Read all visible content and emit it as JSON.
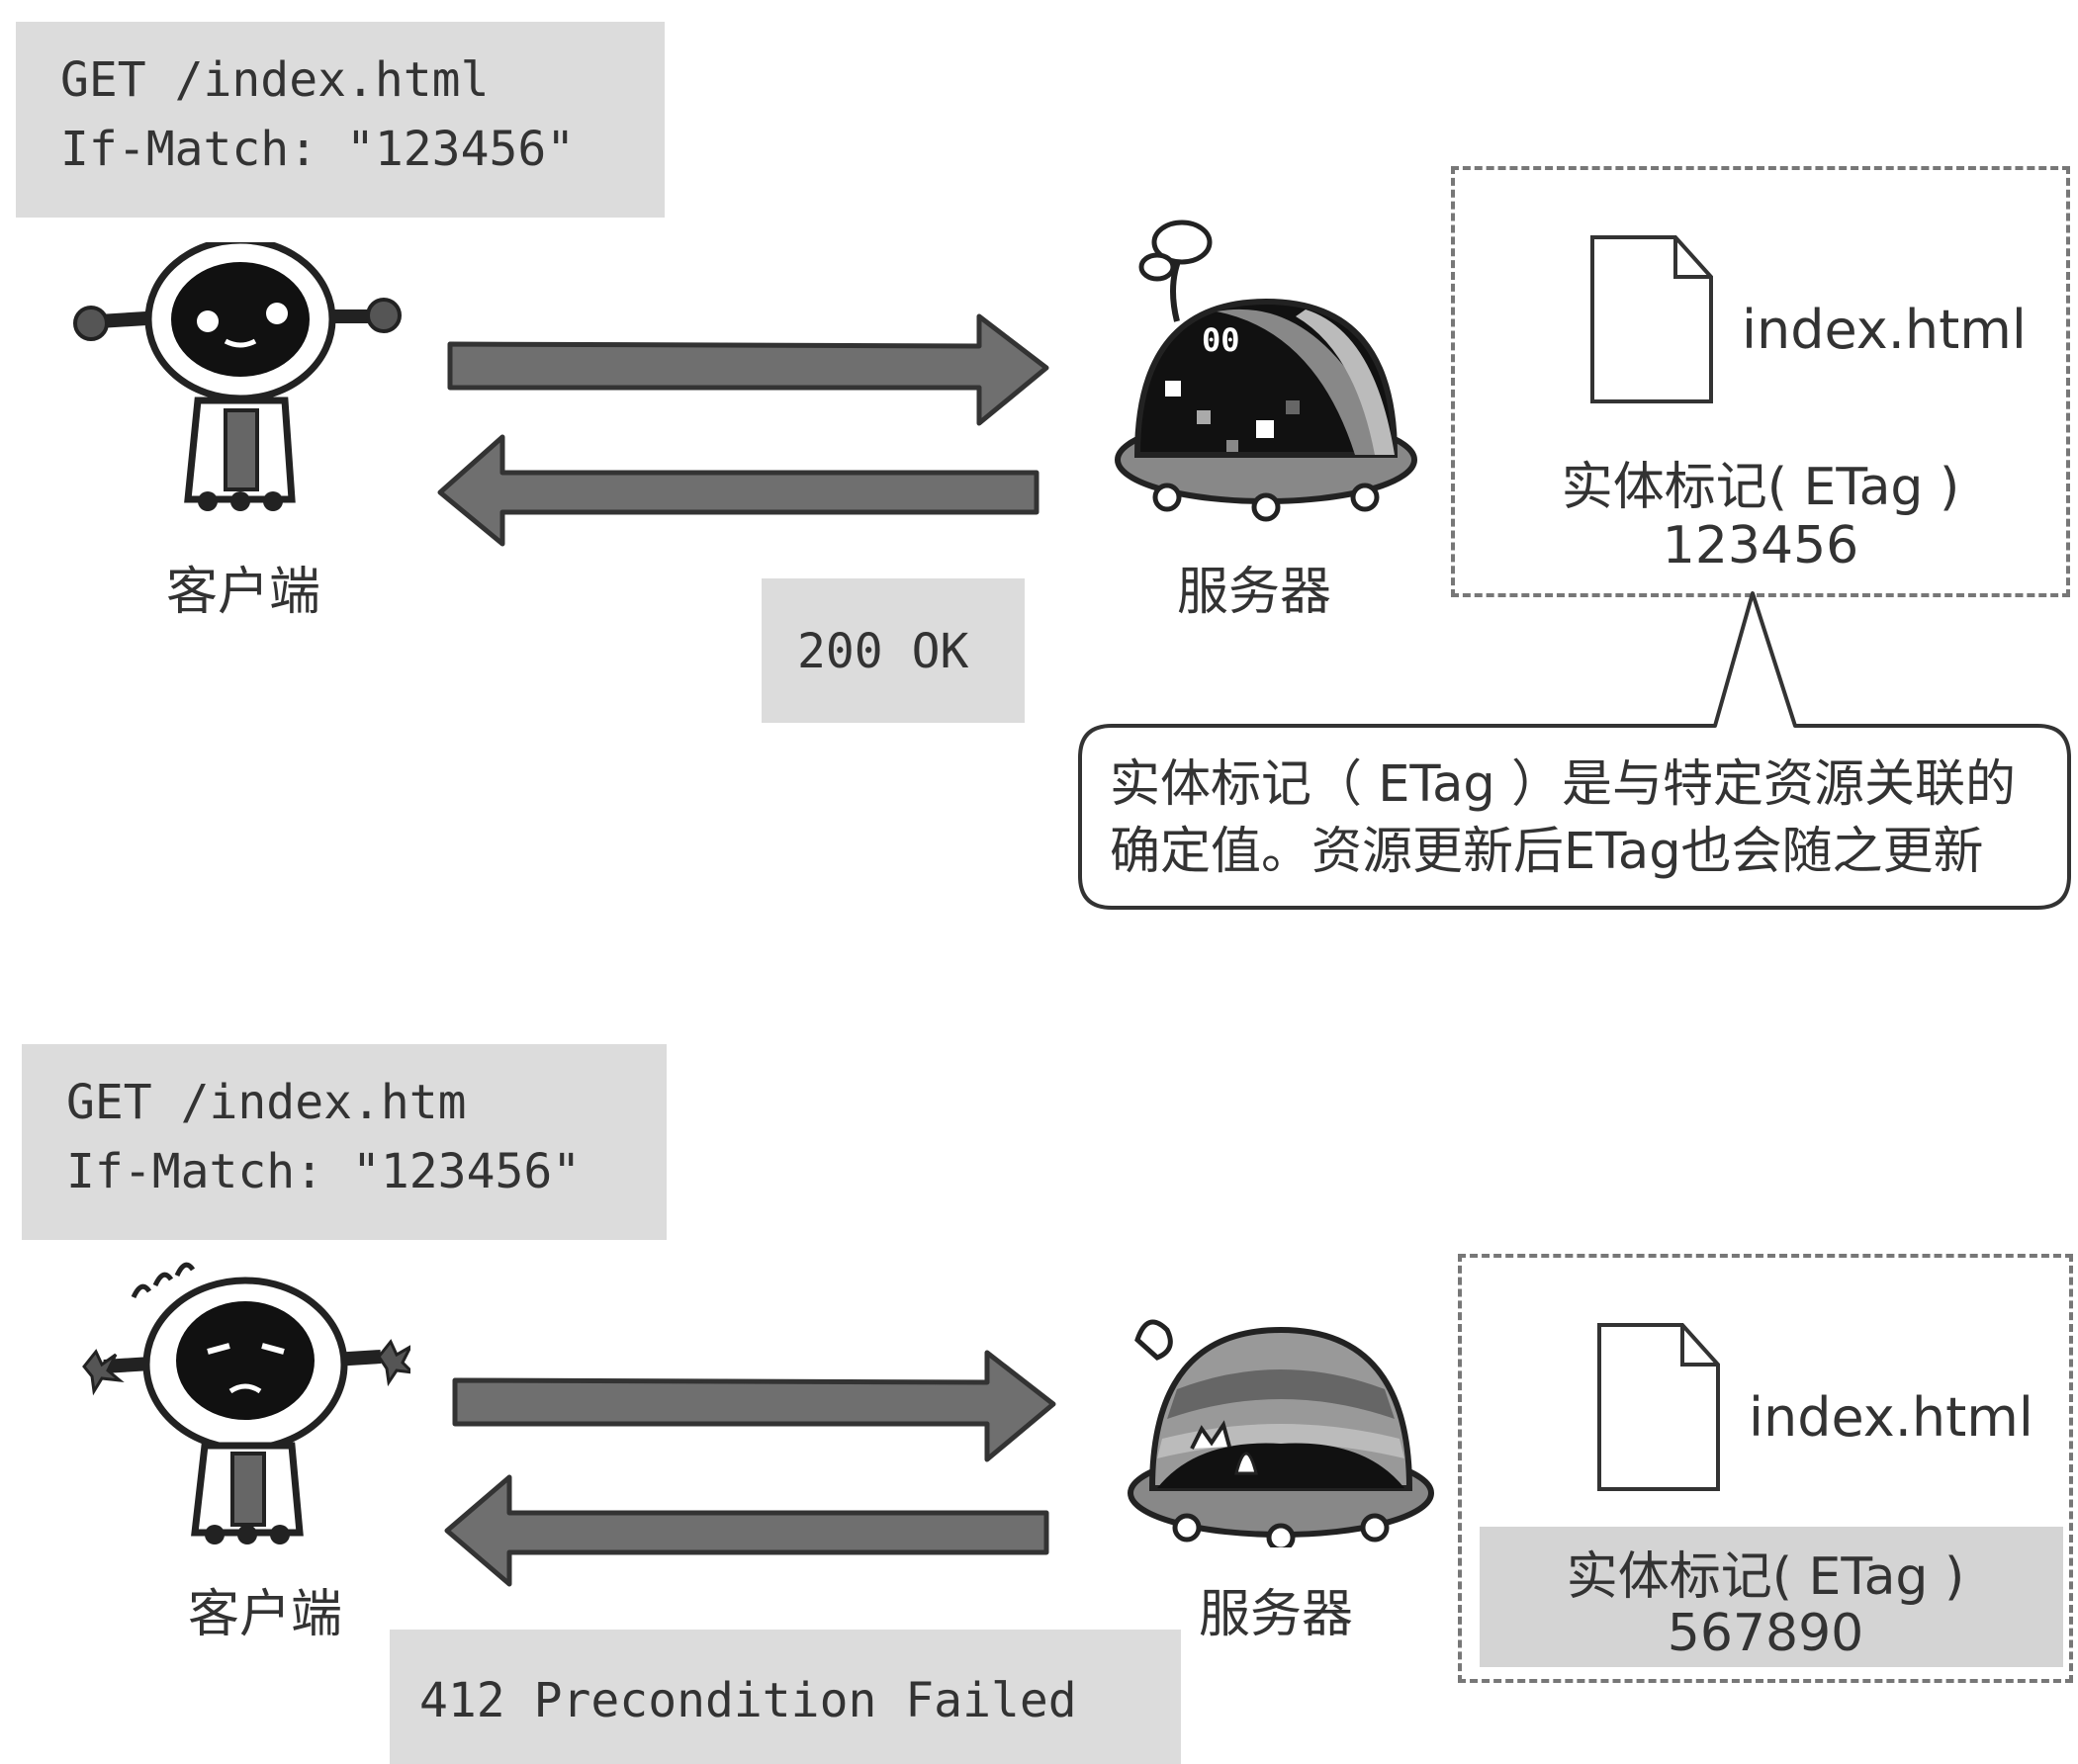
{
  "panel_top": {
    "request": {
      "line1": "GET /index.html",
      "line2": "If-Match: \"123456\""
    },
    "client_label": "客户端",
    "server_label": "服务器",
    "response": "200 OK",
    "resource": {
      "filename": "index.html",
      "etag_label": "实体标记( ETag )",
      "etag_value": "123456"
    },
    "callout": {
      "line1": "实体标记（ ETag ）是与特定资源关联的",
      "line2": "确定值。资源更新后ETag也会随之更新"
    }
  },
  "panel_bottom": {
    "request": {
      "line1": "GET /index.htm",
      "line2": "If-Match: \"123456\""
    },
    "client_label": "客户端",
    "server_label": "服务器",
    "response": "412 Precondition Failed",
    "resource": {
      "filename": "index.html",
      "etag_label": "实体标记( ETag )",
      "etag_value": "567890"
    }
  },
  "colors": {
    "request_box_bg": "#dcdcdc",
    "arrow_fill": "#6f6f6f",
    "etag_highlight": "#d4d4d4"
  },
  "icons": [
    "robot-client-icon",
    "robot-client-confused-icon",
    "server-dome-icon",
    "server-dome-broken-icon",
    "document-icon"
  ]
}
